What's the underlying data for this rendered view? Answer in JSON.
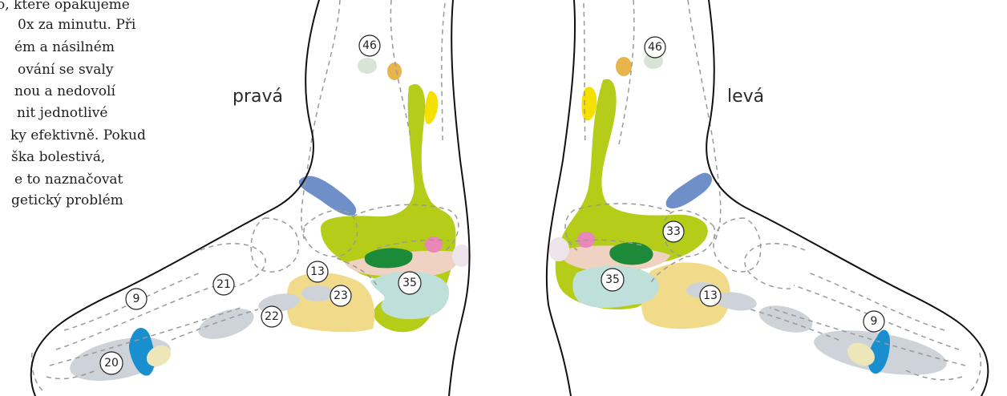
{
  "paragraph": [
    "o, které opakujeme",
    "0x za minutu. Při",
    "ém a násilném",
    "ování se svaly",
    "nou a nedovolí",
    "nit jednotlivé",
    "ky efektivně. Pokud",
    "ška bolestivá,",
    "e to naznačovat",
    "getický problém"
  ],
  "labels": {
    "right_foot": "pravá",
    "left_foot": "levá"
  },
  "zones": {
    "right": {
      "z46": "46",
      "z9": "9",
      "z21": "21",
      "z13": "13",
      "z23": "23",
      "z22": "22",
      "z35": "35",
      "z20": "20"
    },
    "left": {
      "z46": "46",
      "z33": "33",
      "z35": "35",
      "z13": "13",
      "z9": "9"
    }
  },
  "colors": {
    "lime": "#b5cc18",
    "yellow": "#f5e000",
    "orange": "#e8b44c",
    "sand": "#f1db8a",
    "blue": "#6f8fc8",
    "cyan": "#1a8fd0",
    "darkgreen": "#1d8a3a",
    "pink": "#e887b8",
    "peach": "#efd2c2",
    "mint": "#bfe0da",
    "grey": "#cdd3d8",
    "sage": "#d8e5d6",
    "lilac": "#eee4ec",
    "cream": "#ede6b8"
  }
}
